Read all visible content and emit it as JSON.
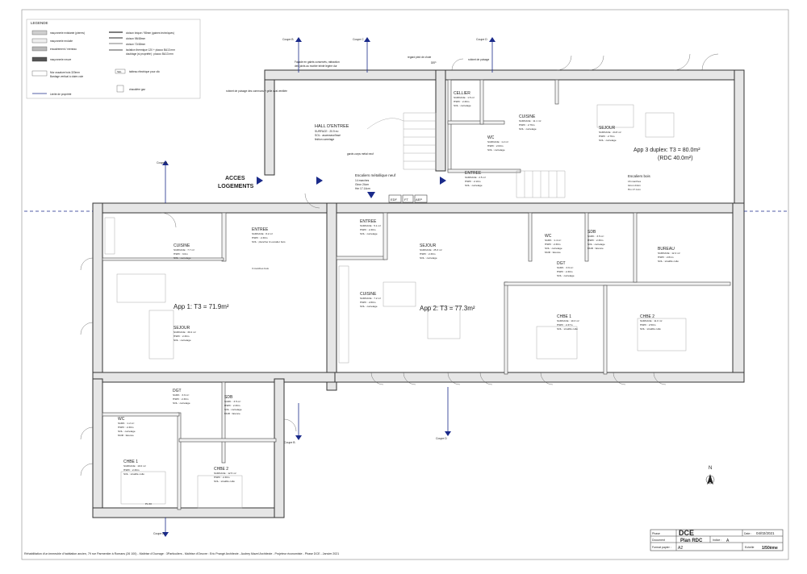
{
  "legend": {
    "title": "LEGENDE",
    "items": [
      "maçonnerie existante (pierres)",
      "maçonnerie enduite",
      "encadrement / meneau",
      "maçonnerie neuve",
      "Mur ossature bois 320mm",
      "Bardage vertical à claire-voie",
      "Limite de propriété"
    ],
    "items2": [
      "cloison brique / 98mm (gaines techniques)",
      "cloison 98/48mm",
      "cloison 72/48mm",
      "isolation thermique 120 + placoo BA13 mm",
      "doublage (si propriété) : placoo BA13 mm"
    ],
    "symbols": [
      "SEL",
      "tableau électrique pour clic",
      "chaudière gaz"
    ]
  },
  "access": {
    "line1": "ACCES",
    "line2": "LOGEMENTS"
  },
  "coupes": [
    "Coupe B",
    "Coupe C",
    "Coupe D",
    "Coupe A",
    "Coupe B",
    "Coupe D",
    "Coupe A"
  ],
  "hall": {
    "name": "HALL D'ENTREE",
    "l1": "SURFACE : 20.9 m²",
    "l2": "SOL : ascenseur/lissé",
    "l3": "finition carrelage",
    "stair": "garde-corps métal neuf"
  },
  "escaliers": {
    "title": "Escaliers métallique neuf",
    "l1": "14 marches",
    "l2": "Giron 24cm",
    "l3": "Hm 17.14cm"
  },
  "top_notes": {
    "n1": "Façade en galets conservés, rattraction",
    "n2": "des joints au mortier teinté légère dur",
    "n3": "regard pied de chute",
    "n4": "DEP",
    "n5": "robinet de puisage",
    "n6": "robinet de puisage des communs + grille aval ventilée"
  },
  "app1": {
    "title": "App 1: T3 = 71.9m²",
    "cuisine": {
      "name": "CUISINE",
      "l1": "SURFACE : 7.7 m²",
      "l2": "HSPF : 3.0m",
      "l3": "SOL : carrelage"
    },
    "entree": {
      "name": "ENTREE",
      "l1": "SURFACE : 8.2 m²",
      "l2": "HSPF : 2.30m",
      "l3": "SOL : plancher & escalier bois"
    },
    "sejour": {
      "name": "SEJOUR",
      "l1": "SURFACE : 30.2 m²",
      "l2": "HSPF : 2.30m",
      "l3": "SOL : carrelage"
    },
    "dgt": {
      "name": "DGT",
      "l1": "SURF. : 3.6 m²",
      "l2": "HSPF : 2.30m",
      "l3": "SOL : carrelage"
    },
    "wc": {
      "name": "WC",
      "l1": "SURF. : 1.2 m²",
      "l2": "HSPF : 2.30m",
      "l3": "SOL : carrelage",
      "l4": "MUR : faïence"
    },
    "sdb": {
      "name": "SDB",
      "l1": "SURF. : 3.5 m²",
      "l2": "HSPF : 2.30m",
      "l3": "SOL : carrelage",
      "l4": "MUR : faïence"
    },
    "chbe1": {
      "name": "CHBE 1",
      "l1": "SURFACE : 10.0 m²",
      "l2": "HSPF : 2.30m",
      "l3": "SOL : stratifié collé"
    },
    "chbe2": {
      "name": "CHBE 2",
      "l1": "SURFACE : 12.5 m²",
      "l2": "HSPF : 2.30m",
      "l3": "SOL : stratifié collé"
    },
    "stairs": "3 marches bois",
    "pl": "PL 60"
  },
  "app2": {
    "title": "App 2: T3 = 77.3m²",
    "entree": {
      "name": "ENTREE",
      "l1": "SURFACE : 5.1 m²",
      "l2": "HSPF : 2.30m",
      "l3": "SOL : carrelage"
    },
    "sejour": {
      "name": "SEJOUR",
      "l1": "SURFACE : 25.3 m²",
      "l2": "HSPF : 2.30m",
      "l3": "SOL : carrelage"
    },
    "cuisine": {
      "name": "CUISINE",
      "l1": "SURFACE : 7.2 m²",
      "l2": "HSPF : 2.80m",
      "l3": "SOL : carrelage"
    },
    "wc": {
      "name": "WC",
      "l1": "SURF. : 1.4 m²",
      "l2": "HSPF : 2.30m",
      "l3": "SOL : carrelage",
      "l4": "MUR : faïence"
    },
    "sdb": {
      "name": "SDB",
      "l1": "SURF. : 3.5 m²",
      "l2": "HSPF : 2.30m",
      "l3": "SOL : carrelage",
      "l4": "MUR : faïence"
    },
    "dgt": {
      "name": "DGT",
      "l1": "SURF. : 3.6 m²",
      "l2": "HSPF : 2.30m",
      "l3": "SOL : carrelage"
    },
    "chbe1": {
      "name": "CHBE 1",
      "l1": "SURFACE : 10.3 m²",
      "l2": "HSPF : 2.37m",
      "l3": "SOL : stratifié collé"
    },
    "chbe2": {
      "name": "CHBE 2",
      "l1": "SURFACE : 11.0 m²",
      "l2": "HSPF : 2.50m",
      "l3": "SOL : stratifié collé"
    },
    "bureau": {
      "name": "BUREAU",
      "l1": "SURFACE : 12.4 m²",
      "l2": "HSPF : 2.81m",
      "l3": "SOL : stratifié collé"
    }
  },
  "app3": {
    "title": "App 3 duplex: T3 = 80.0m²",
    "subtitle": "(RDC 40.0m²)",
    "cellier": {
      "name": "CELLIER",
      "l1": "SURFACE : 1.5 m²",
      "l2": "HSPF : 2.30m",
      "l3": "SOL : carrelage"
    },
    "cuisine": {
      "name": "CUISINE",
      "l1": "SURFACE : 11.1 m²",
      "l2": "HSPF : 2.76m",
      "l3": "SOL : carrelage"
    },
    "sejour": {
      "name": "SEJOUR",
      "l1": "SURFACE : 24.8 m²",
      "l2": "HSPF : 2.76m",
      "l3": "SOL : carrelage"
    },
    "wc": {
      "name": "WC",
      "l1": "SURFACE : 1.2 m²",
      "l2": "HSPF : 2.63m",
      "l3": "SOL : carrelage"
    },
    "entree": {
      "name": "ENTREE",
      "l1": "SURFACE : 2.5 m²",
      "l2": "HSPF : 2.10m",
      "l3": "SOL : carrelage"
    },
    "escaliers": {
      "name": "Escaliers bois",
      "l1": "16 marches",
      "l2": "Giron 24cm",
      "l3": "Hm 17.1cm"
    }
  },
  "meters": [
    "EDF",
    "FT",
    "AEP"
  ],
  "north": "N",
  "cartouche": {
    "phase_label": "Phase",
    "phase": "DCE",
    "date_label": "Date :",
    "date": "04/02/2021",
    "doc_label": "Document",
    "doc": "Plan RDC",
    "indice_label": "Indice :",
    "indice": "A",
    "format_label": "Format papier :",
    "format": "A2",
    "echelle_label": "Echelle",
    "echelle": "1/50ème"
  },
  "footer": "Réhabilitation d'un immeuble d'habitation ancien, 79 rue Parmentier à Romans (26 100) - Maîtrise d'Ouvrage : 3Particuliers - Maîtrise d'Oeuvre : Eric Prangé Architecte - Audrey Mazel Architecte - Projeteur économiste - Phase DCE - Janvier 2021"
}
